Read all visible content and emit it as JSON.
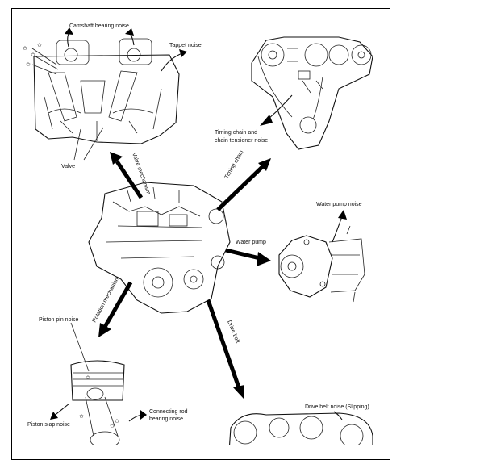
{
  "labels": {
    "camshaft": "Camshaft bearing noise",
    "tappet": "Tappet noise",
    "valve": "Valve",
    "valve_mechanism": "Valve mechanism",
    "timing_chain_noise_1": "Timing chain and",
    "timing_chain_noise_2": "chain tensioner noise",
    "timing_chain": "Timing chain",
    "water_pump_noise": "Water pump noise",
    "water_pump": "Water pump",
    "rotation_mechanism": "Rotation mechanism",
    "piston_pin": "Piston pin noise",
    "drive_belt": "Drive belt",
    "piston_slap": "Piston slap noise",
    "con_rod_1": "Connecting rod",
    "con_rod_2": "bearing noise",
    "drive_belt_noise": "Drive belt noise (Slipping)"
  },
  "colors": {
    "ink": "#111111",
    "background": "#ffffff"
  }
}
